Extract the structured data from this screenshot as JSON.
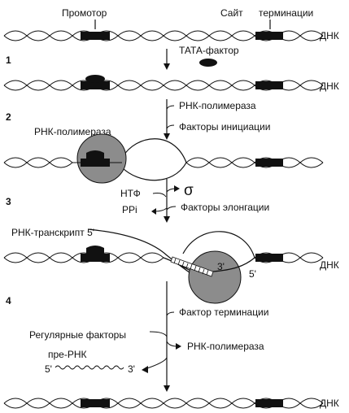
{
  "labels": {
    "promoter": "Промотор",
    "term_site_1": "Сайт",
    "term_site_2": "терминации",
    "dna": "ДНК",
    "tata_factor": "ТАТА-фактор",
    "rna_polymerase": "РНК-полимераза",
    "init_factors": "Факторы инициации",
    "ntp": "НТФ",
    "ppi": "PPi",
    "sigma": "σ",
    "elong_factors": "Факторы элонгации",
    "rna_transcript": "РНК-транскрипт 5'",
    "three_prime": "3'",
    "five_prime": "5'",
    "term_factor": "Фактор терминации",
    "reg_factors": "Регулярные факторы",
    "pre_rna": "пре-РНК",
    "pre_rna_5": "5'",
    "pre_rna_3": "3'"
  },
  "steps": [
    "1",
    "2",
    "3",
    "4"
  ],
  "colors": {
    "ink": "#111111",
    "polymerase": "#8c8c8c",
    "background": "#ffffff"
  }
}
